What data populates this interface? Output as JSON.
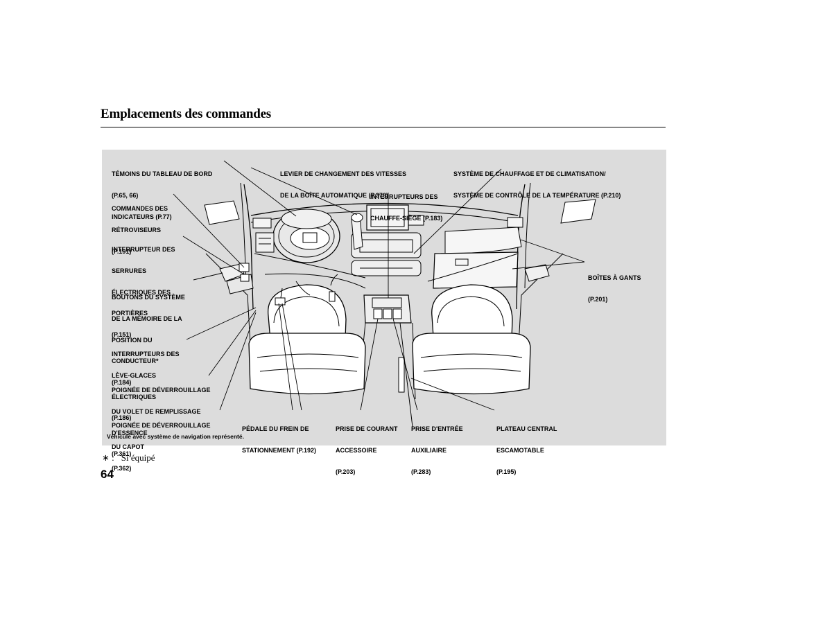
{
  "header": {
    "title": "Emplacements des commandes"
  },
  "labels": {
    "temoins": [
      "TÉMOINS DU TABLEAU DE BORD",
      "(P.65, 66)",
      "INDICATEURS (P.77)"
    ],
    "levier": [
      "LEVIER DE CHANGEMENT DES VITESSES",
      "DE LA BOÎTE AUTOMATIQUE (P.378)"
    ],
    "chauffage": [
      "SYSTÈME DE CHAUFFAGE ET DE CLIMATISATION/",
      "SYSTÈME DE CONTRÔLE DE LA TEMPÉRATURE (P.210)"
    ],
    "chauffe_siege": [
      "INTERRUPTEURS DES",
      "CHAUFFE-SIÈGE (P.183)"
    ],
    "retroviseurs": [
      "COMMANDES DES",
      "RÉTROVISEURS",
      "(P.191)"
    ],
    "serrures": [
      "INTERRUPTEUR DES",
      "SERRURES",
      "ÉLECTRIQUES DES",
      "PORTIÈRES",
      "(P.151)"
    ],
    "boites_gants": [
      "BOÎTES À GANTS",
      "(P.201)"
    ],
    "memoire": [
      "BOUTONS DU SYSTÈME",
      "DE LA MÉMOIRE DE LA",
      "POSITION DU",
      "CONDUCTEUR*",
      "(P.184)"
    ],
    "leve_glaces": [
      "INTERRUPTEURS DES",
      "LÈVE-GLACES",
      "ÉLECTRIQUES",
      "(P.186)"
    ],
    "volet": [
      "POIGNÉE DE DÉVERROUILLAGE",
      "DU VOLET DE REMPLISSAGE",
      "D'ESSENCE",
      "(P.361)"
    ],
    "capot": [
      "POIGNÉE DE DÉVERROUILLAGE",
      "DU CAPOT",
      "(P.362)"
    ],
    "frein": [
      "PÉDALE DU FREIN DE",
      "STATIONNEMENT (P.192)"
    ],
    "prise_courant": [
      "PRISE DE COURANT",
      "ACCESSOIRE",
      "(P.203)"
    ],
    "prise_entree": [
      "PRISE D'ENTRÉE",
      "AUXILIAIRE",
      "(P.283)"
    ],
    "plateau": [
      "PLATEAU CENTRAL",
      "ESCAMOTABLE",
      "(P.195)"
    ]
  },
  "panel_note": "Véhicule avec système de navigation représenté.",
  "footnote": {
    "symbol": "∗ :",
    "text": "Si équipé"
  },
  "page_number": "64",
  "colors": {
    "panel": "#dcdcdc",
    "ink": "#000000"
  }
}
